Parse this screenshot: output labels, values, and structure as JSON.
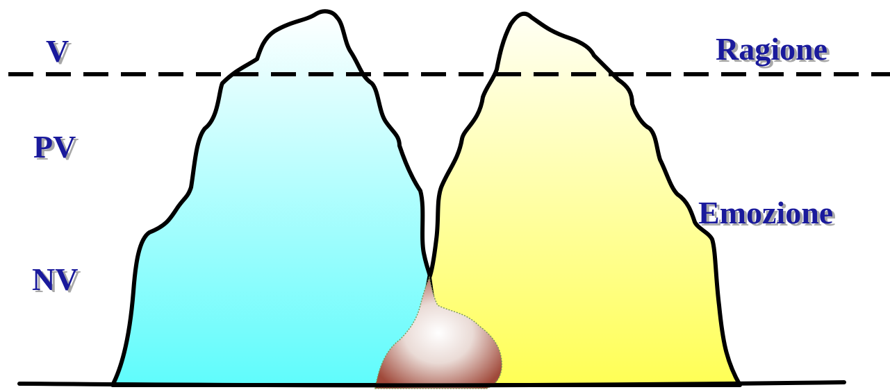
{
  "labels": {
    "visible": "V",
    "partially_visible": "PV",
    "not_visible": "NV",
    "reason": "Ragione",
    "emotion": "Emozione"
  },
  "colors": {
    "label_text": "#1a1a9c",
    "label_shadow": "#a8a8a8",
    "outline": "#000000",
    "left_peak_top": "#ffffff",
    "left_peak_bottom": "#5ffcfc",
    "right_peak_top": "#fffff5",
    "right_peak_bottom": "#ffff55",
    "base_mound_highlight": "#ffffff",
    "base_mound_edge": "#a0493a"
  }
}
